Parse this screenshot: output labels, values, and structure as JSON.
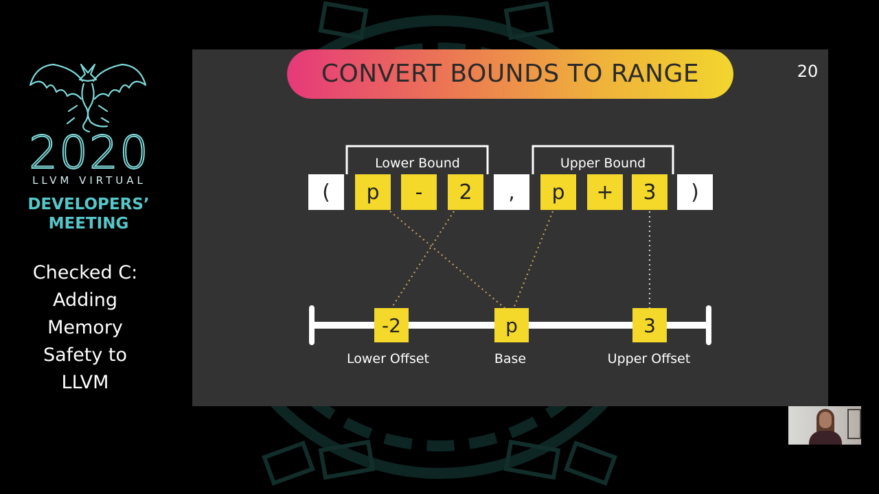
{
  "event": {
    "year": "2020",
    "subtitle": "LLVM VIRTUAL",
    "name_line1": "DEVELOPERS’",
    "name_line2": "MEETING"
  },
  "talk": {
    "title_lines": [
      "Checked C:",
      "Adding",
      "Memory",
      "Safety to",
      "LLVM"
    ]
  },
  "slide": {
    "title": "CONVERT BOUNDS TO RANGE",
    "number": "20",
    "tokens": [
      "(",
      "p",
      "-",
      "2",
      ",",
      "p",
      "+",
      "3",
      ")"
    ],
    "lower_bound_label": "Lower Bound",
    "upper_bound_label": "Upper Bound",
    "range_markers": [
      "-2",
      "p",
      "3"
    ],
    "lower_offset_label": "Lower Offset",
    "base_label": "Base",
    "upper_offset_label": "Upper Offset"
  },
  "colors": {
    "slide_bg": "#333333",
    "token_yellow": "#f4d82a",
    "logo_teal": "#56c7c9"
  }
}
